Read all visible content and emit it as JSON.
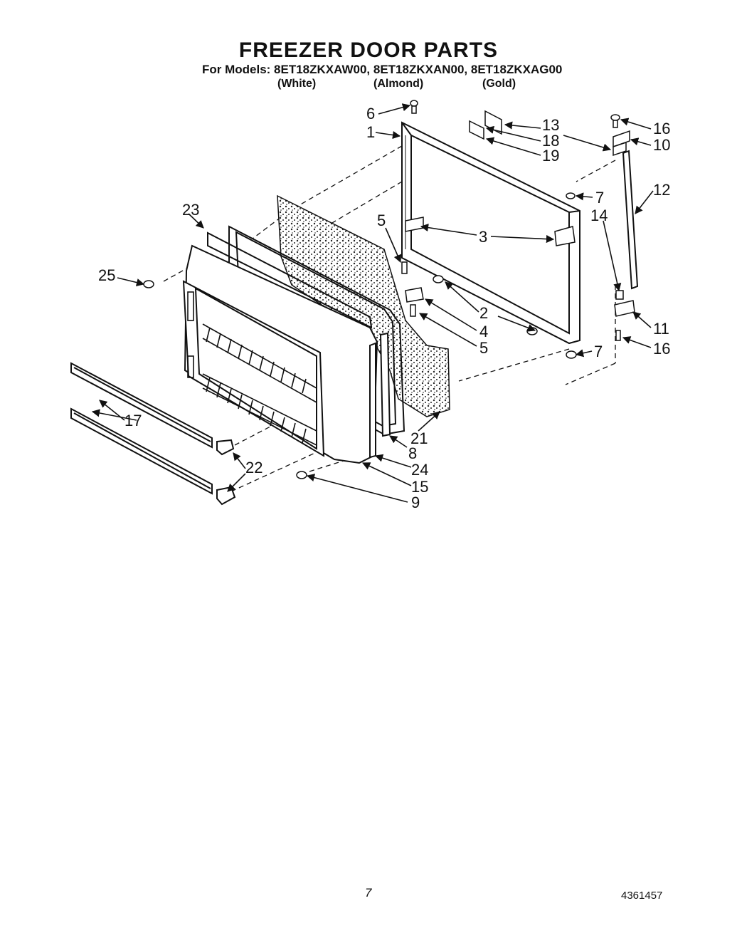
{
  "header": {
    "title": "FREEZER DOOR PARTS",
    "models_line": "For Models: 8ET18ZKXAW00, 8ET18ZKXAN00, 8ET18ZKXAG00",
    "variants": [
      "(White)",
      "(Almond)",
      "(Gold)"
    ]
  },
  "callouts": [
    "6",
    "1",
    "13",
    "18",
    "19",
    "16",
    "10",
    "7",
    "12",
    "23",
    "5",
    "3",
    "14",
    "25",
    "2",
    "4",
    "5",
    "11",
    "16",
    "7",
    "21",
    "17",
    "8",
    "22",
    "24",
    "15",
    "9"
  ],
  "footer": {
    "page_number": "7",
    "document_number": "4361457"
  }
}
